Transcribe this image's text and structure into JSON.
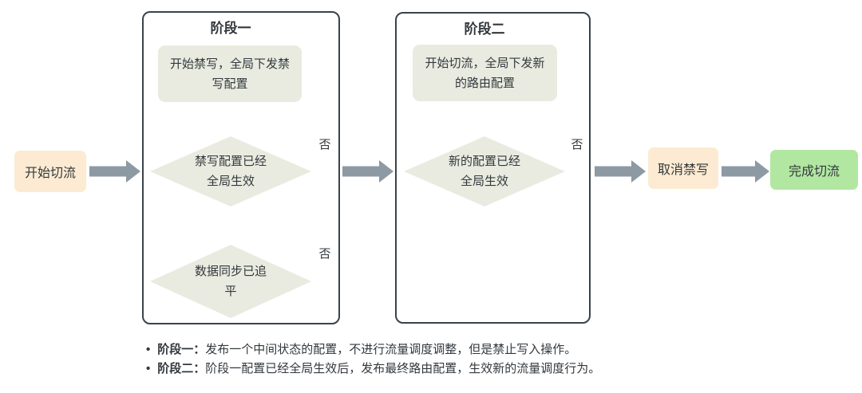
{
  "labels": {
    "no": "否"
  },
  "flow": {
    "start": "开始切流",
    "cancel": "取消禁写",
    "done": "完成切流"
  },
  "phase1": {
    "title": "阶段一",
    "step": "开始禁写，全局下发禁\n写配置",
    "decision1": "禁写配置已经\n全局生效",
    "decision2": "数据同步已追\n平"
  },
  "phase2": {
    "title": "阶段二",
    "step": "开始切流，全局下发新\n的路由配置",
    "decision": "新的配置已经\n全局生效"
  },
  "notes": [
    {
      "bullet": "•",
      "label": "阶段一：",
      "text": "发布一个中间状态的配置，不进行流量调度调整，但是禁止写入操作。"
    },
    {
      "bullet": "•",
      "label": "阶段二：",
      "text": "阶段一配置已经全局生效后，发布最终路由配置，生效新的流量调度行为。"
    }
  ],
  "colors": {
    "canvas-bg": "#ffffff",
    "peach": "#fcebd2",
    "sage": "#e9ebe0",
    "green": "#b2e7a2",
    "arrow-gray": "#8d99a3",
    "stroke-dark": "#3a424b",
    "text": "#33383d"
  }
}
